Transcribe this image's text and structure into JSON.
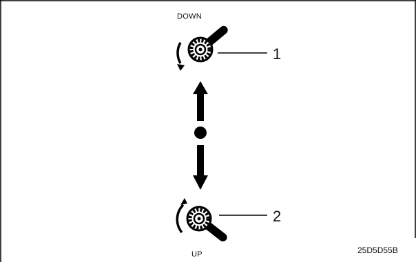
{
  "labels": {
    "down": "DOWN",
    "up": "UP"
  },
  "callouts": {
    "one": "1",
    "two": "2"
  },
  "figure_code": "25D5D55B"
}
